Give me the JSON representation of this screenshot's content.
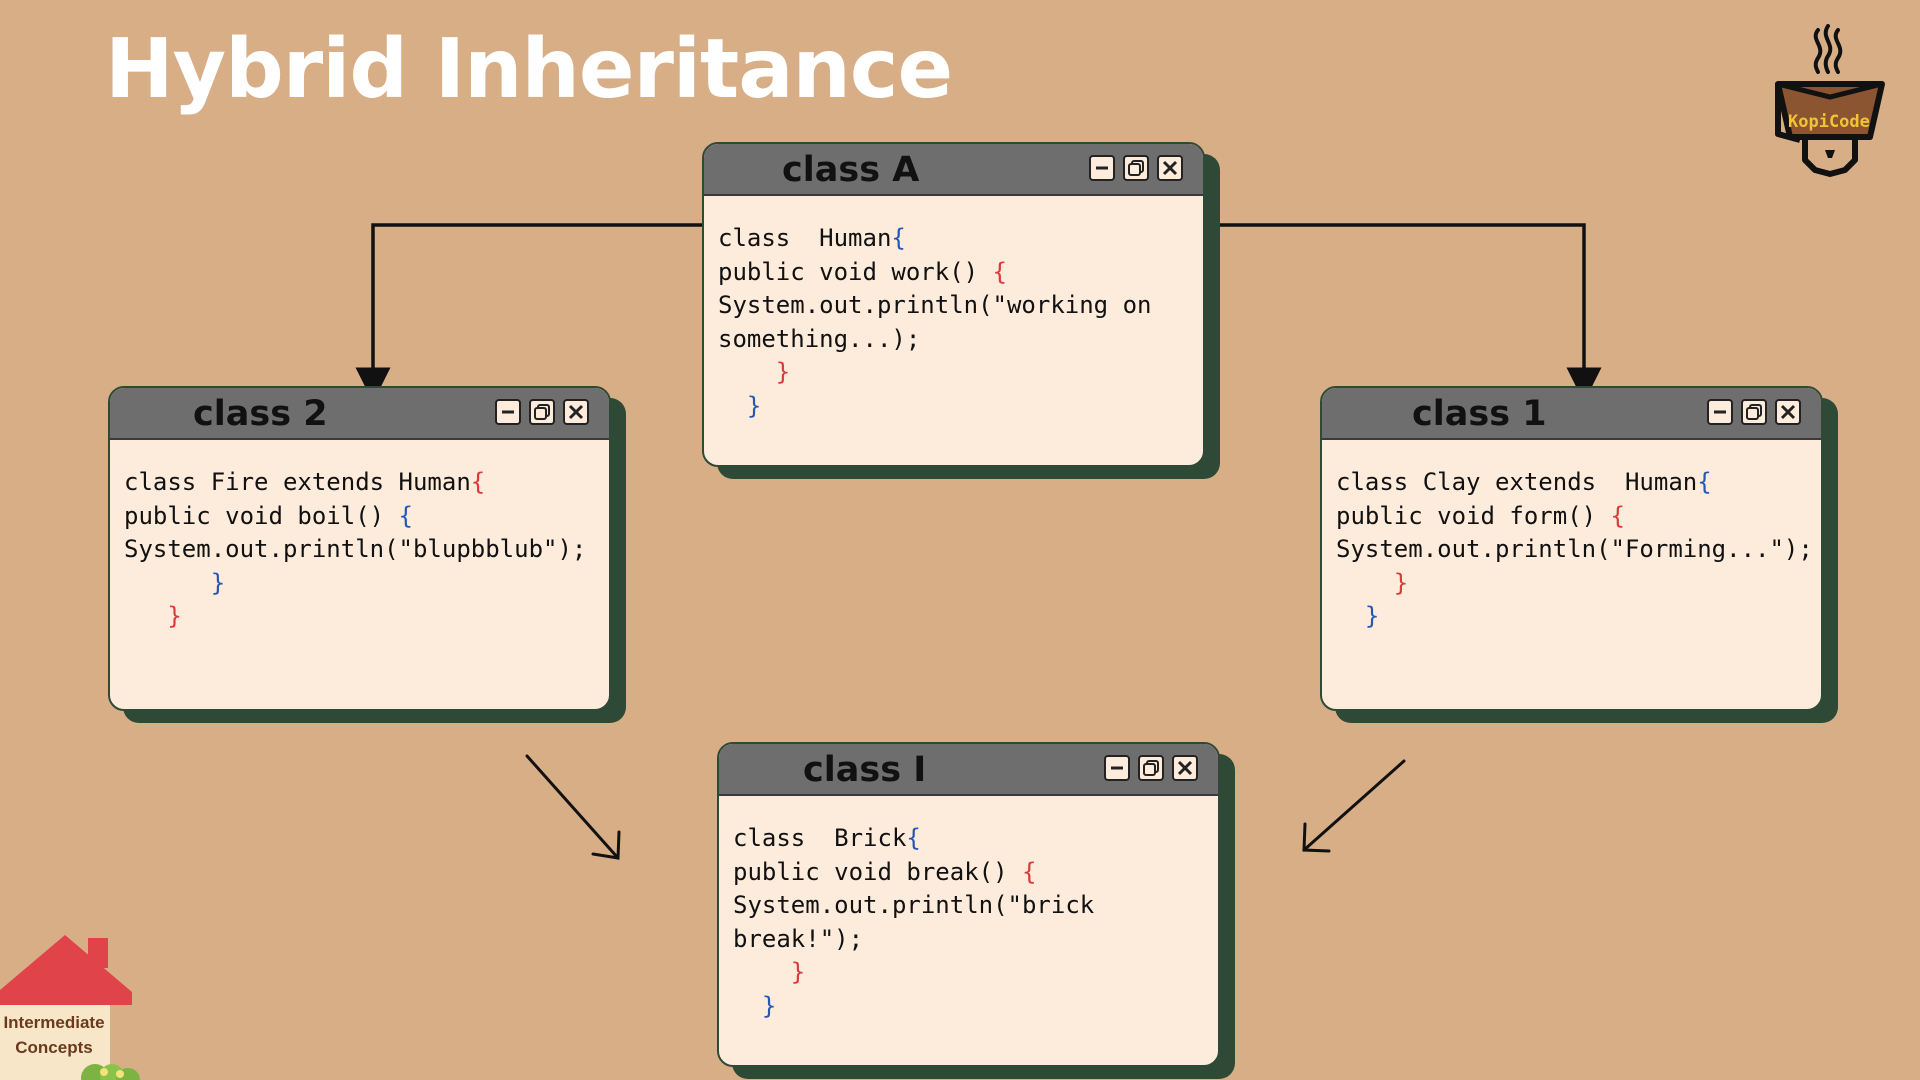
{
  "page": {
    "title": "Hybrid Inheritance"
  },
  "windows": {
    "class_a": {
      "title": "class A",
      "code": {
        "l1_text": "class  Human",
        "l1_brace": "{",
        "l2_text": "public void work() ",
        "l2_brace": "{",
        "l3": "System.out.println(\"working on",
        "l4": "something...);",
        "l5": "}",
        "l6": "}"
      }
    },
    "class_2": {
      "title": "class 2",
      "code": {
        "l1_text": "class Fire extends Human",
        "l1_brace": "{",
        "l2_text": "public void boil() ",
        "l2_brace": "{",
        "l3": "System.out.println(\"blupbblub\");",
        "l4": "}",
        "l5": "}"
      }
    },
    "class_1": {
      "title": "class 1",
      "code": {
        "l1_text": "class Clay extends  Human",
        "l1_brace": "{",
        "l2_text": "public void form() ",
        "l2_brace": "{",
        "l3": "System.out.println(\"Forming...\");",
        "l4": "}",
        "l5": "}"
      }
    },
    "class_i": {
      "title": "class I",
      "code": {
        "l1_text": "class  Brick",
        "l1_brace": "{",
        "l2_text": "public void break() ",
        "l2_brace": "{",
        "l3": "System.out.println(\"brick",
        "l4": "break!\");",
        "l5": "}",
        "l6": "}"
      }
    }
  },
  "logo": {
    "text": "KopiCode",
    "icon": "coffee-cup-icon"
  },
  "badge": {
    "line1": "Intermediate",
    "line2": "Concepts",
    "icon": "house-icon"
  },
  "colors": {
    "background": "#D8AE87",
    "window_body": "#FDEBDB",
    "title_bar": "#6E6E6E",
    "shadow": "#2E4A37",
    "brace_red": "#D93A3A",
    "brace_blue": "#2557B8",
    "logo_text": "#F2C433",
    "house_roof": "#E0444A"
  }
}
